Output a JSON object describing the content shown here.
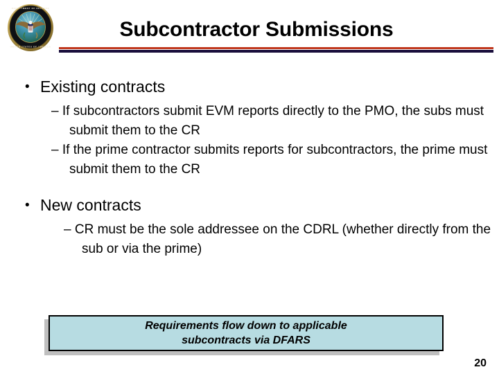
{
  "slide": {
    "title": "Subcontractor Submissions",
    "page_number": "20",
    "background_color": "#FFFFFF",
    "rule_red_color": "#C1391F",
    "rule_navy_color": "#190E3C"
  },
  "logo": {
    "name": "dod-seal",
    "alt_text": "Department of Defense seal",
    "ring_text_top": "DEPARTMENT OF DEFENSE",
    "ring_text_bottom": "UNITED STATES OF AMERICA"
  },
  "content": {
    "bullets": [
      {
        "marker": "•",
        "text": "Existing contracts",
        "sub_bullets": [
          {
            "marker": "–",
            "text": "If subcontractors submit EVM reports directly to the PMO, the subs must submit them to the CR"
          },
          {
            "marker": "–",
            "text": "If the prime contractor submits reports for subcontractors, the prime must submit them to the CR"
          }
        ]
      },
      {
        "marker": "•",
        "text": "New contracts",
        "sub_bullets": [
          {
            "marker": "–",
            "text": "CR must be the sole addressee on the CDRL (whether directly from the sub or via the prime)"
          }
        ]
      }
    ]
  },
  "callout": {
    "line1": "Requirements flow down to applicable",
    "line2": "subcontracts via DFARS",
    "fill_color": "#B7DCE2",
    "border_color": "#000000",
    "shadow_color": "#BFBFBF"
  }
}
